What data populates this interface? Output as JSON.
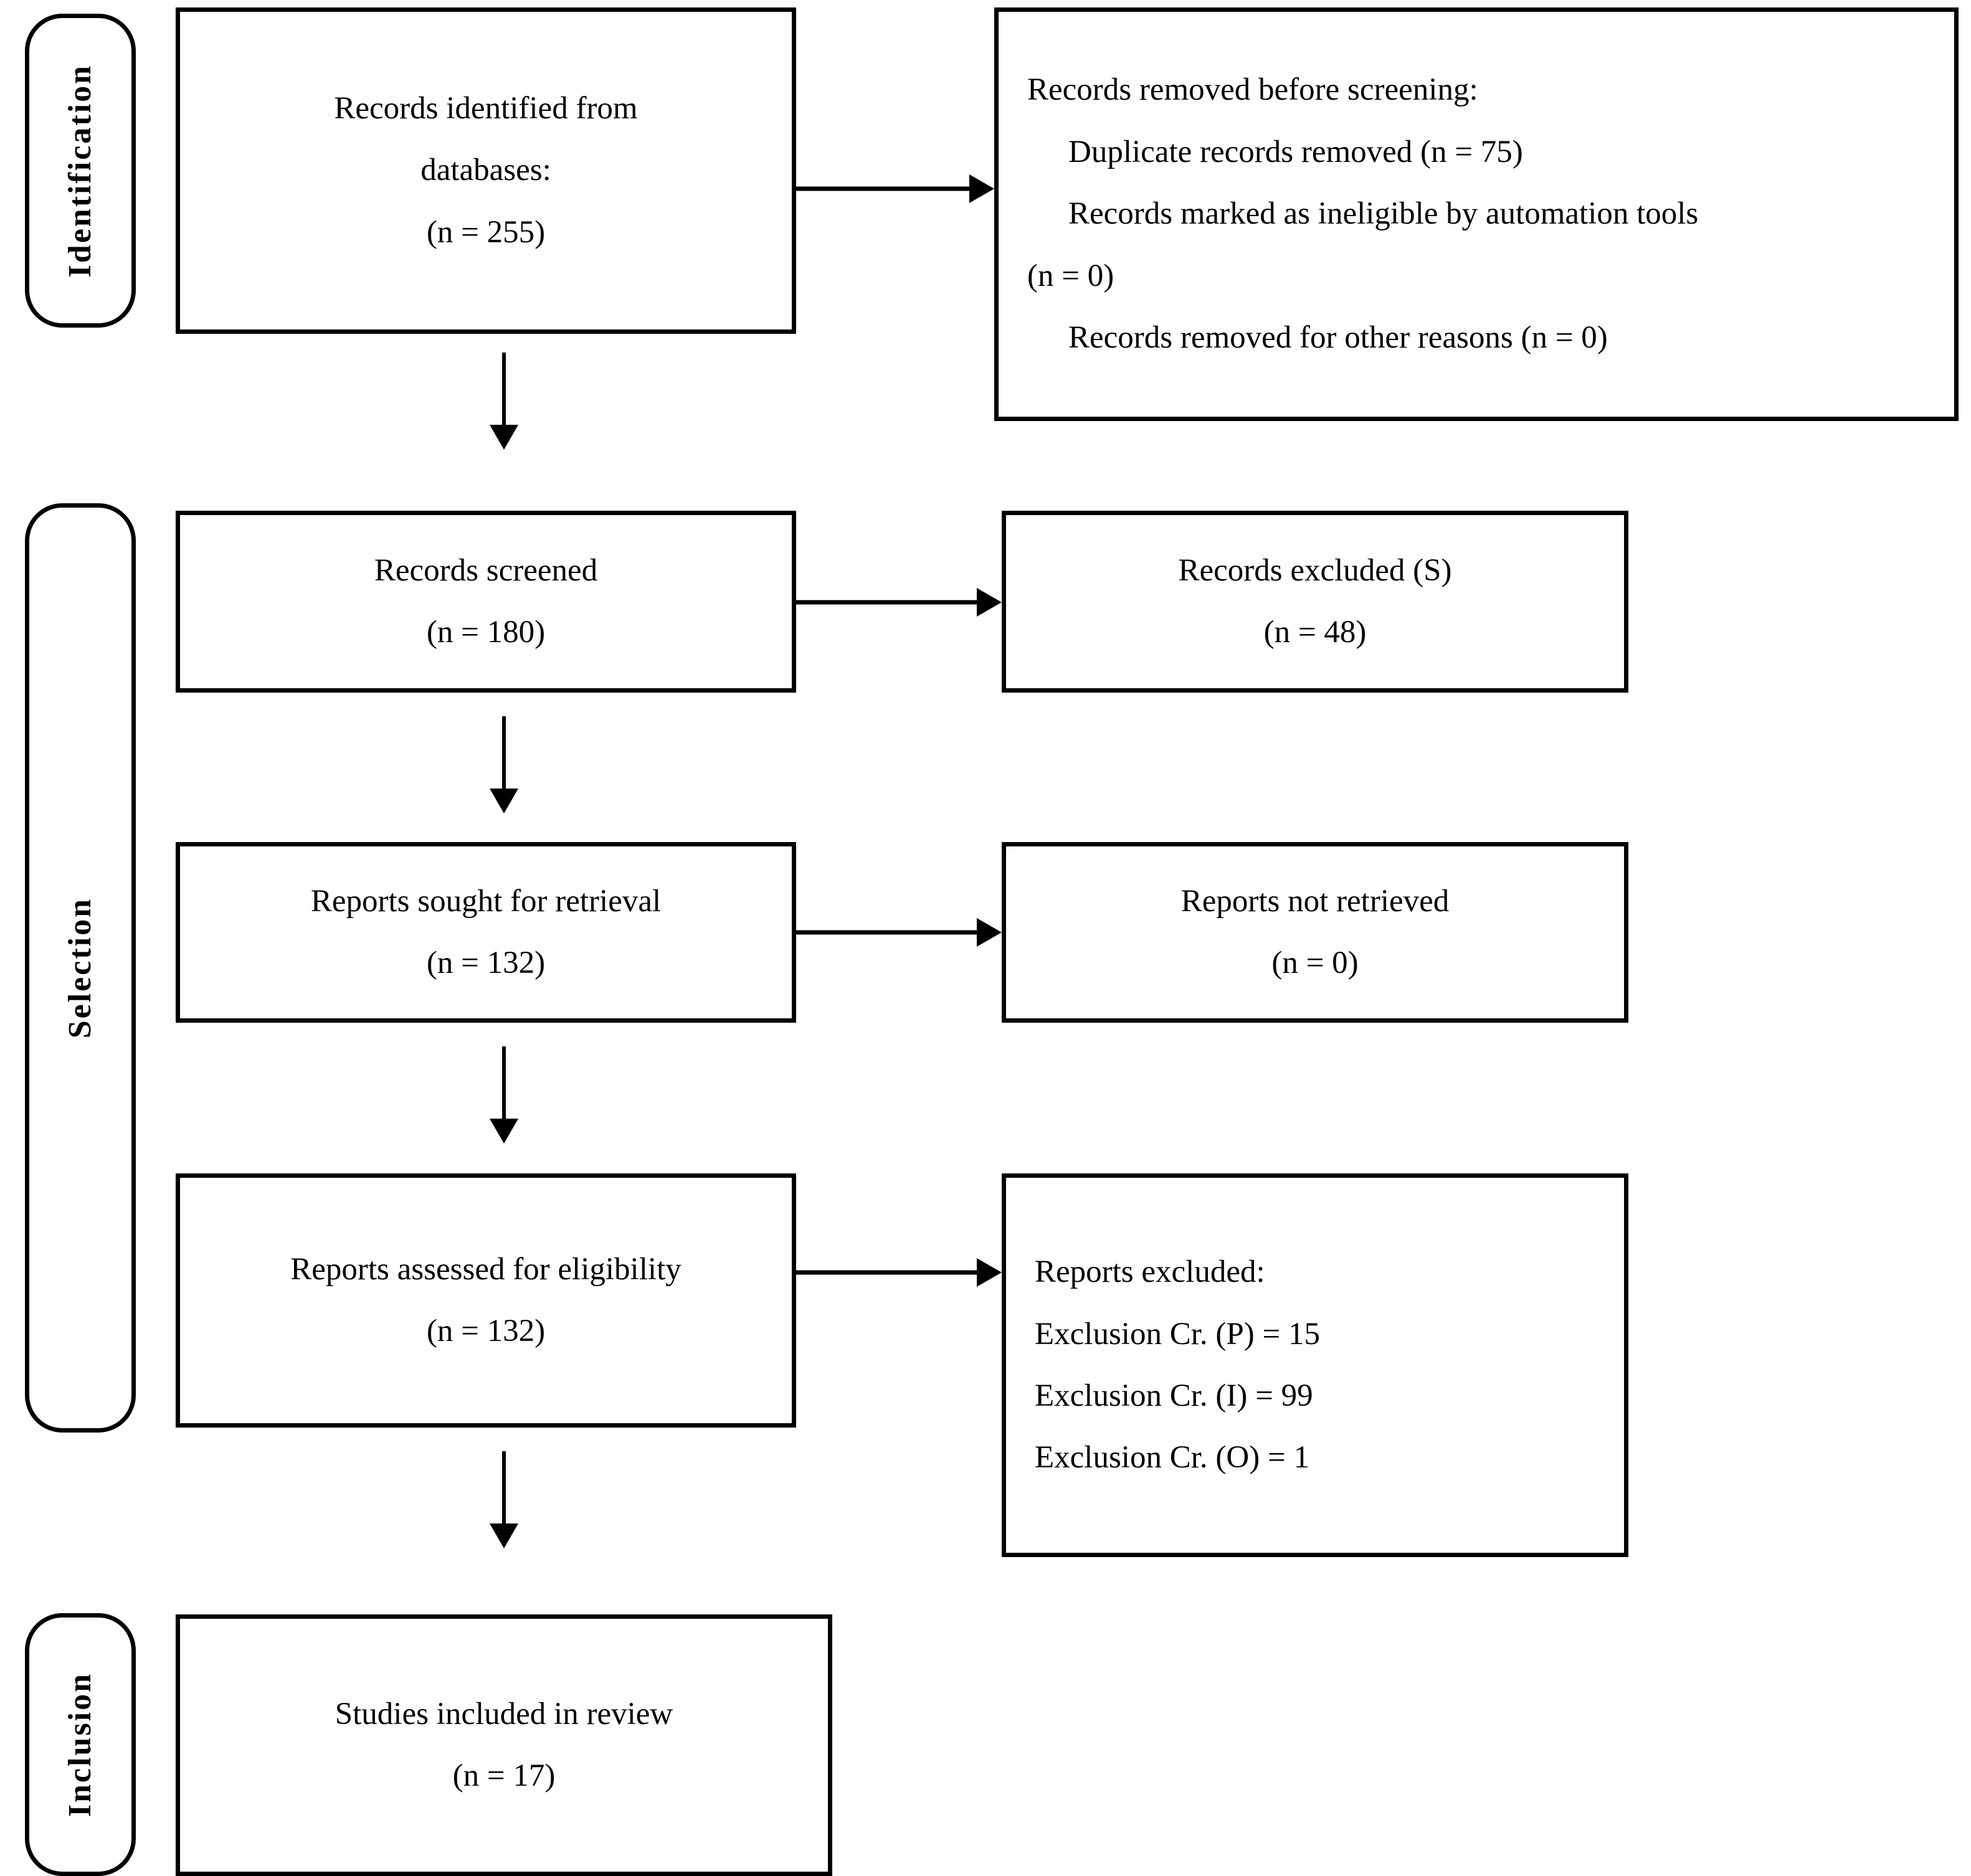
{
  "diagram": {
    "type": "PRISMA flow diagram",
    "stages": [
      {
        "id": "identification",
        "label": "Identification"
      },
      {
        "id": "selection",
        "label": "Selection"
      },
      {
        "id": "inclusion",
        "label": "Inclusion"
      }
    ],
    "boxes": {
      "records_identified": {
        "lines": [
          "Records identified from",
          "databases:",
          "(n = 255)"
        ],
        "n": 255
      },
      "records_removed": {
        "lines": [
          "Records removed before screening:",
          "Duplicate records removed (n = 75)",
          "Records marked as ineligible by automation tools",
          "(n = 0)",
          "Records removed for other reasons (n = 0)"
        ],
        "duplicate_records_removed": 75,
        "marked_ineligible_by_automation_tools": 0,
        "removed_for_other_reasons": 0
      },
      "records_screened": {
        "lines": [
          "Records screened",
          "(n = 180)"
        ],
        "n": 180
      },
      "records_excluded": {
        "lines": [
          "Records excluded (S)",
          "(n = 48)"
        ],
        "n": 48
      },
      "reports_sought": {
        "lines": [
          "Reports sought for retrieval",
          "(n = 132)"
        ],
        "n": 132
      },
      "reports_not_retrieved": {
        "lines": [
          "Reports not retrieved",
          "(n = 0)"
        ],
        "n": 0
      },
      "reports_assessed": {
        "lines": [
          "Reports assessed for eligibility",
          "(n = 132)"
        ],
        "n": 132
      },
      "reports_excluded": {
        "lines": [
          "Reports excluded:",
          "Exclusion Cr. (P) = 15",
          "Exclusion Cr. (I) = 99",
          "Exclusion Cr. (O) = 1"
        ],
        "exclusion_cr_P": 15,
        "exclusion_cr_I": 99,
        "exclusion_cr_O": 1
      },
      "studies_included": {
        "lines": [
          "Studies included in review",
          "(n = 17)"
        ],
        "n": 17
      }
    },
    "colors": {
      "stroke": "#000000",
      "fill": "#ffffff",
      "text": "#000000"
    }
  }
}
